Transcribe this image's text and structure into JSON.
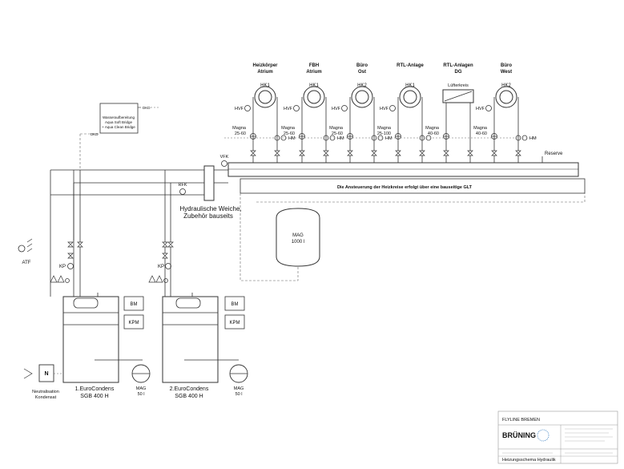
{
  "circuits": [
    {
      "title1": "Heizkörper",
      "title2": "Atrium",
      "hk": "HK1",
      "pump1": "Magna",
      "pump2": "25-60"
    },
    {
      "title1": "FBH",
      "title2": "Atrium",
      "hk": "HK1",
      "pump1": "Magna",
      "pump2": "25-60"
    },
    {
      "title1": "Büro",
      "title2": "Ost",
      "hk": "HK2",
      "pump1": "Magna",
      "pump2": "25-60"
    },
    {
      "title1": "RTL-Anlage",
      "title2": "",
      "hk": "HK1",
      "pump1": "Magna",
      "pump2": "25-100"
    },
    {
      "title1": "RTL-Anlagen",
      "title2": "DG",
      "hk": "Lüfterkreis",
      "pump1": "Magna",
      "pump2": "40-60"
    },
    {
      "title1": "Büro",
      "title2": "West",
      "hk": "HK2",
      "pump1": "Magna",
      "pump2": "40-60"
    }
  ],
  "labels": {
    "hvf": "HVF",
    "hm": "HM",
    "vfk": "VFK",
    "rfk": "RFK",
    "reserve": "Reserve",
    "glt": "Die Ansteuerung der Heizkreise erfolgt über eine bauseitige GLT",
    "weiche1": "Hydraulische Weiche,",
    "weiche2": "Zubehör bauseits",
    "mag_big1": "MAG",
    "mag_big2": "1000 l",
    "water1": "Wasseraufbereitung",
    "water2": "Aqua Soft Bridge",
    "water3": "+ Aqua Clean Bridge",
    "dkd": "DKD",
    "atf": "ATF",
    "kp": "KP",
    "bm": "BM",
    "kpm": "KPM",
    "boiler1_1": "1.EuroCondens",
    "boiler1_2": "SGB 400 H",
    "boiler2_1": "2.EuroCondens",
    "boiler2_2": "SGB 400 H",
    "mag_small1": "MAG",
    "mag_small2": "50 l",
    "neutral_n": "N",
    "neutral1": "Neutralisation",
    "neutral2": "Kondensat"
  },
  "titleblock": {
    "project": "FLYLINE BREMEN",
    "company": "BRÜNING",
    "drawing": "Heizungsschema Hydraulik"
  },
  "colors": {
    "line": "#333333",
    "dash": "#666666",
    "brand": "#3a7fc1"
  }
}
